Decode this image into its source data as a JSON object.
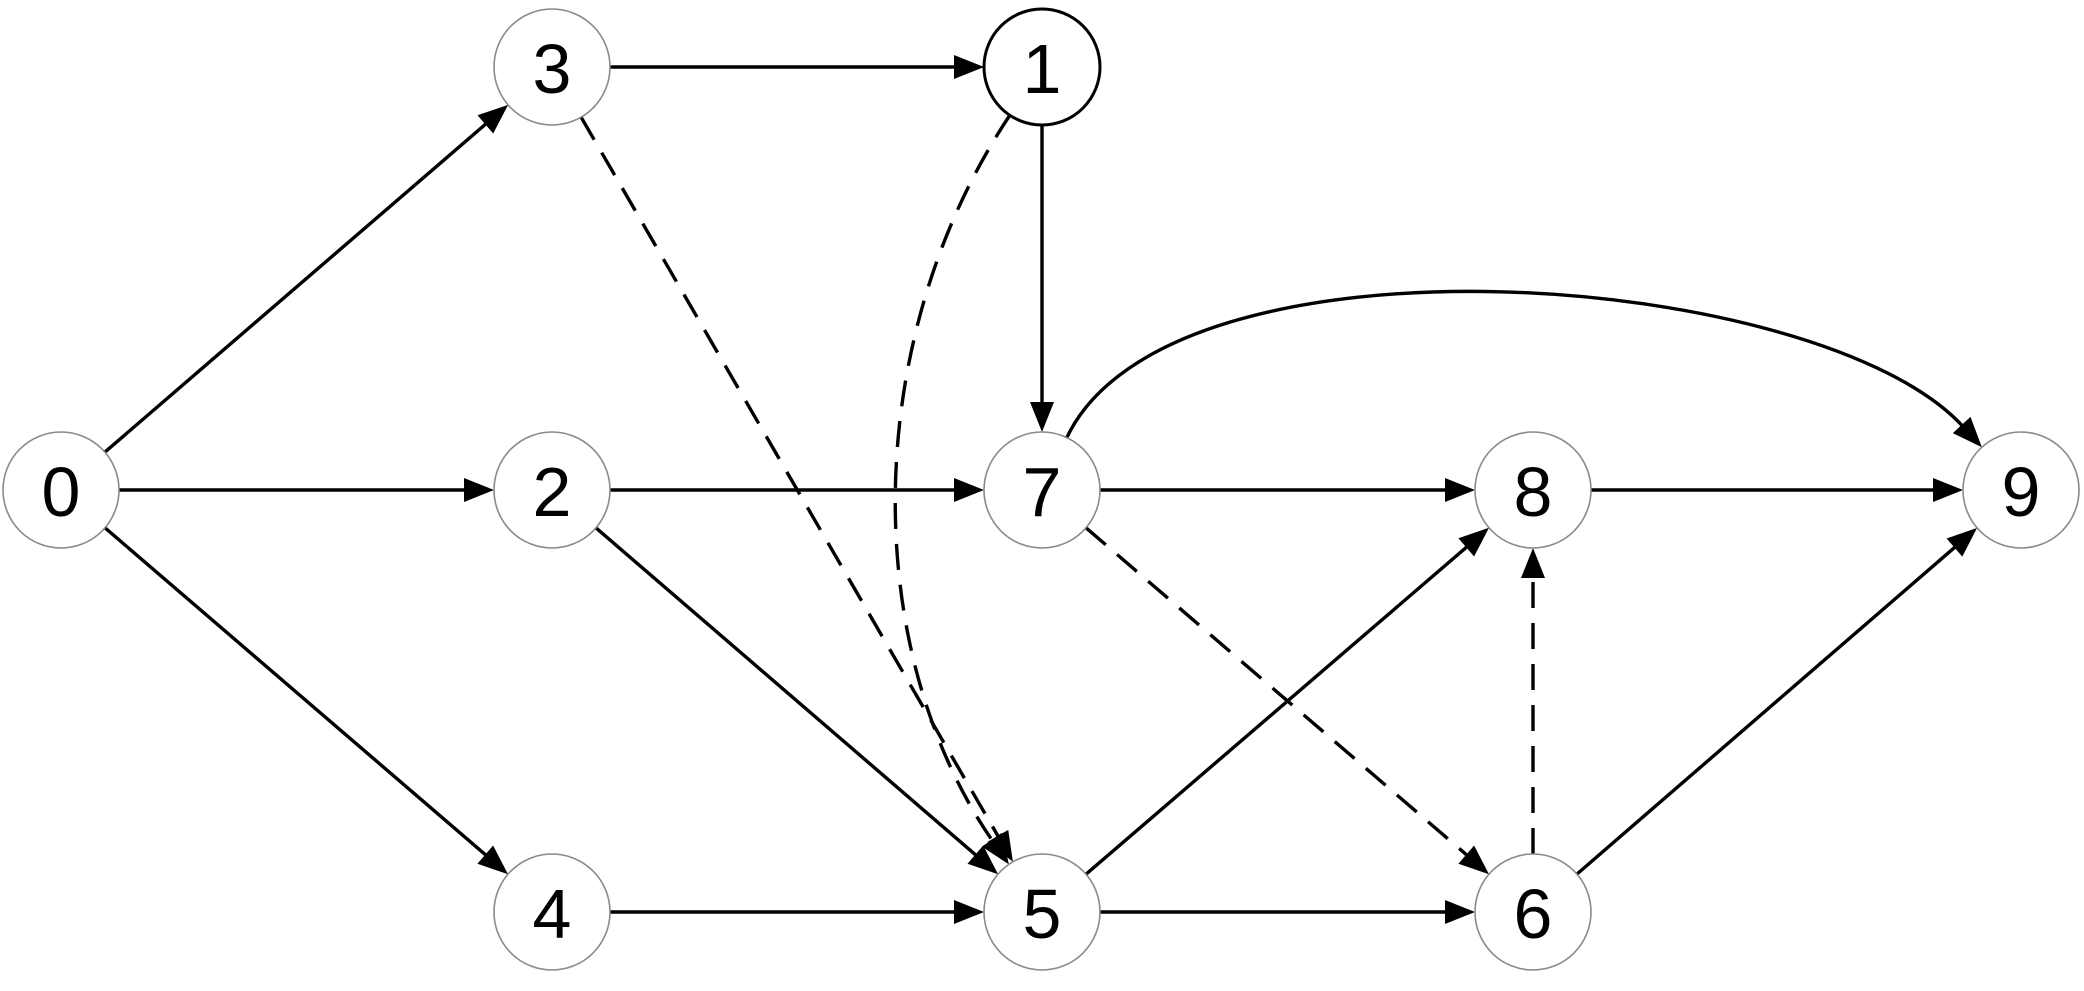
{
  "diagram": {
    "type": "directed-graph",
    "nodes": [
      {
        "id": "0",
        "label": "0"
      },
      {
        "id": "1",
        "label": "1",
        "emphasized": true
      },
      {
        "id": "2",
        "label": "2"
      },
      {
        "id": "3",
        "label": "3"
      },
      {
        "id": "4",
        "label": "4"
      },
      {
        "id": "5",
        "label": "5"
      },
      {
        "id": "6",
        "label": "6"
      },
      {
        "id": "7",
        "label": "7"
      },
      {
        "id": "8",
        "label": "8"
      },
      {
        "id": "9",
        "label": "9"
      }
    ],
    "edges": [
      {
        "from": "0",
        "to": "3",
        "style": "solid"
      },
      {
        "from": "0",
        "to": "2",
        "style": "solid"
      },
      {
        "from": "0",
        "to": "4",
        "style": "solid"
      },
      {
        "from": "3",
        "to": "1",
        "style": "solid"
      },
      {
        "from": "3",
        "to": "5",
        "style": "dashed"
      },
      {
        "from": "1",
        "to": "7",
        "style": "solid"
      },
      {
        "from": "1",
        "to": "5",
        "style": "dashed",
        "curved": true
      },
      {
        "from": "2",
        "to": "7",
        "style": "solid"
      },
      {
        "from": "2",
        "to": "5",
        "style": "solid"
      },
      {
        "from": "4",
        "to": "5",
        "style": "solid"
      },
      {
        "from": "7",
        "to": "8",
        "style": "solid"
      },
      {
        "from": "7",
        "to": "9",
        "style": "solid",
        "curved": true
      },
      {
        "from": "7",
        "to": "6",
        "style": "dashed"
      },
      {
        "from": "5",
        "to": "8",
        "style": "solid"
      },
      {
        "from": "5",
        "to": "6",
        "style": "solid"
      },
      {
        "from": "6",
        "to": "8",
        "style": "dashed"
      },
      {
        "from": "6",
        "to": "9",
        "style": "solid"
      },
      {
        "from": "8",
        "to": "9",
        "style": "solid"
      }
    ]
  }
}
